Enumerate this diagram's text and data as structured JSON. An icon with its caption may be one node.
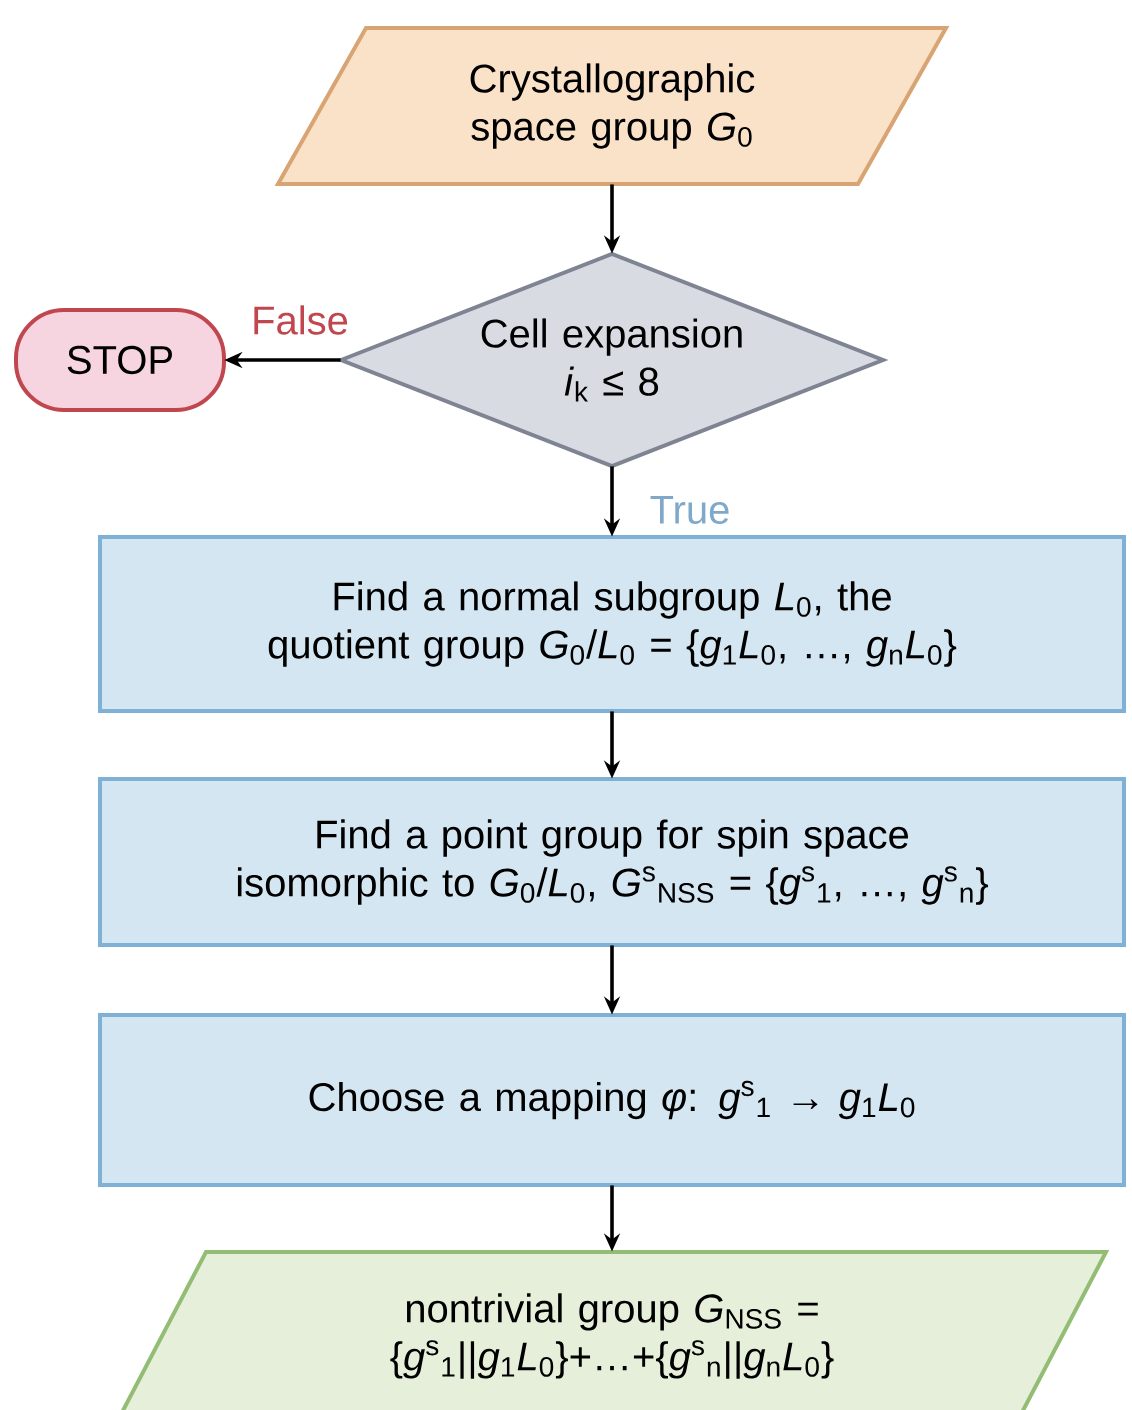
{
  "diagram": {
    "nodes": [
      {
        "text": [
          "Crystallographic space group *G*$_{0}$"
        ]
      },
      {
        "text": [
          "Cell expansion *i*$_{k}$ ≤ 8"
        ]
      },
      {
        "text": [
          "STOP"
        ]
      },
      {
        "text": [
          "Find a normal subgroup *L*$_{0}$, the quotient group *G*$_{0}$/*L*$_{0}$ = {*g*$_{1}$*L*$_{0}$, …, *g*$_{n}$*L*$_{0}$}"
        ]
      },
      {
        "text": [
          "Find a point group for spin space isomorphic to *G*$_{0}$/*L*$_{0}$, *G*$^{s}$$_{NSS}$ = {*g*$^{s}$$_{1}$, …, *g*$^{s}$$_{n}$}"
        ]
      },
      {
        "text": [
          "Choose a mapping *φ*: *g*$^{s}$$_{1}$ → *g*$_{1}$*L*$_{0}$"
        ]
      },
      {
        "text": [
          "nontrivial group *G*$_{NSS}$ = {*g*$^{s}$$_{1}$||*g*$_{1}$*L*$_{0}$}+…+{*g*$^{s}$$_{n}$||*g*$_{n}$*L*$_{0}$}"
        ]
      }
    ],
    "edges": [
      {
        "from": 0,
        "to": 1,
        "arrow": "to"
      },
      {
        "from": 1,
        "to": 2,
        "arrow": "to",
        "label": "False"
      },
      {
        "from": 1,
        "to": 3,
        "arrow": "to",
        "label": "True"
      },
      {
        "from": 3,
        "to": 4,
        "arrow": "to"
      },
      {
        "from": 4,
        "to": 5,
        "arrow": "to"
      },
      {
        "from": 5,
        "to": 6,
        "arrow": "to"
      }
    ]
  }
}
